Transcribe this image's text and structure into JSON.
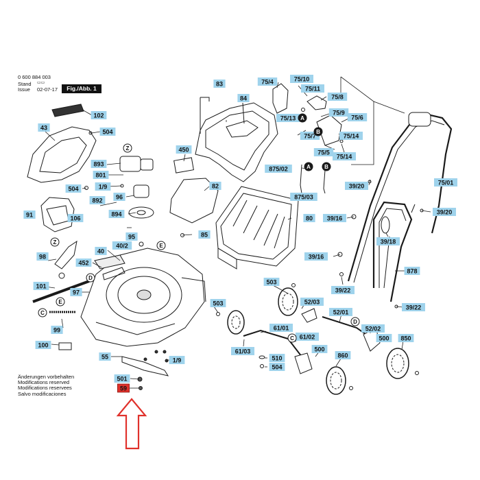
{
  "header": {
    "doc_number": "0 600 884 003",
    "stand_label": "Stand",
    "issue_label": "Issue",
    "issue_date": "02-07-17",
    "figure_label": "Fig./Abb. 1"
  },
  "notes": [
    "Änderungen vorbehalten",
    "Modifications reserved",
    "Modifications reservees",
    "Salvo modificaciones"
  ],
  "colors": {
    "label_fill": "#9fd3ec",
    "highlight_fill": "#e0312b",
    "arrow_stroke": "#e0312b",
    "line": "#1a1a1a"
  },
  "callouts": [
    {
      "id": "c-83",
      "text": "83"
    },
    {
      "id": "c-84",
      "text": "84"
    },
    {
      "id": "c-75-4",
      "text": "75/4"
    },
    {
      "id": "c-75-10",
      "text": "75/10"
    },
    {
      "id": "c-75-11",
      "text": "75/11"
    },
    {
      "id": "c-75-8",
      "text": "75/8"
    },
    {
      "id": "c-75-9",
      "text": "75/9"
    },
    {
      "id": "c-75-6",
      "text": "75/6"
    },
    {
      "id": "c-75-13",
      "text": "75/13"
    },
    {
      "id": "c-75-7",
      "text": "75/7"
    },
    {
      "id": "c-75-14",
      "text": "75/14"
    },
    {
      "id": "c-75-5",
      "text": "75/5"
    },
    {
      "id": "c-75-14b",
      "text": "75/14"
    },
    {
      "id": "c-102",
      "text": "102"
    },
    {
      "id": "c-43",
      "text": "43"
    },
    {
      "id": "c-504a",
      "text": "504"
    },
    {
      "id": "c-450",
      "text": "450"
    },
    {
      "id": "c-893",
      "text": "893"
    },
    {
      "id": "c-801",
      "text": "801"
    },
    {
      "id": "c-1-9a",
      "text": "1/9"
    },
    {
      "id": "c-504b",
      "text": "504"
    },
    {
      "id": "c-96",
      "text": "96"
    },
    {
      "id": "c-82",
      "text": "82"
    },
    {
      "id": "c-875-02",
      "text": "875/02"
    },
    {
      "id": "c-875-03",
      "text": "875/03"
    },
    {
      "id": "c-892",
      "text": "892"
    },
    {
      "id": "c-894",
      "text": "894"
    },
    {
      "id": "c-91",
      "text": "91"
    },
    {
      "id": "c-106",
      "text": "106"
    },
    {
      "id": "c-80",
      "text": "80"
    },
    {
      "id": "c-39-16a",
      "text": "39/16"
    },
    {
      "id": "c-75-01",
      "text": "75/01"
    },
    {
      "id": "c-39-20a",
      "text": "39/20"
    },
    {
      "id": "c-39-20b",
      "text": "39/20"
    },
    {
      "id": "c-95",
      "text": "95"
    },
    {
      "id": "c-85",
      "text": "85"
    },
    {
      "id": "c-40",
      "text": "40"
    },
    {
      "id": "c-40-2",
      "text": "40/2"
    },
    {
      "id": "c-98",
      "text": "98"
    },
    {
      "id": "c-452",
      "text": "452"
    },
    {
      "id": "c-39-18",
      "text": "39/18"
    },
    {
      "id": "c-39-16b",
      "text": "39/16"
    },
    {
      "id": "c-878",
      "text": "878"
    },
    {
      "id": "c-101",
      "text": "101"
    },
    {
      "id": "c-97",
      "text": "97"
    },
    {
      "id": "c-503a",
      "text": "503"
    },
    {
      "id": "c-39-22a",
      "text": "39/22"
    },
    {
      "id": "c-52-03",
      "text": "52/03"
    },
    {
      "id": "c-503b",
      "text": "503"
    },
    {
      "id": "c-52-01",
      "text": "52/01"
    },
    {
      "id": "c-39-22b",
      "text": "39/22"
    },
    {
      "id": "c-99",
      "text": "99"
    },
    {
      "id": "c-61-01",
      "text": "61/01"
    },
    {
      "id": "c-52-02",
      "text": "52/02"
    },
    {
      "id": "c-61-02",
      "text": "61/02"
    },
    {
      "id": "c-500a",
      "text": "500"
    },
    {
      "id": "c-850",
      "text": "850"
    },
    {
      "id": "c-100",
      "text": "100"
    },
    {
      "id": "c-61-03",
      "text": "61/03"
    },
    {
      "id": "c-500b",
      "text": "500"
    },
    {
      "id": "c-55",
      "text": "55"
    },
    {
      "id": "c-1-9b",
      "text": "1/9"
    },
    {
      "id": "c-510",
      "text": "510"
    },
    {
      "id": "c-860",
      "text": "860"
    },
    {
      "id": "c-504c",
      "text": "504"
    },
    {
      "id": "c-501",
      "text": "501"
    },
    {
      "id": "c-59",
      "text": "59"
    }
  ],
  "markers": [
    {
      "id": "m-z1",
      "text": "Z"
    },
    {
      "id": "m-z2",
      "text": "Z"
    },
    {
      "id": "m-e1",
      "text": "E"
    },
    {
      "id": "m-e2",
      "text": "E"
    },
    {
      "id": "m-d1",
      "text": "D"
    },
    {
      "id": "m-d2",
      "text": "D"
    },
    {
      "id": "m-c1",
      "text": "C"
    },
    {
      "id": "m-c2",
      "text": "C"
    },
    {
      "id": "m-a1",
      "text": "A"
    },
    {
      "id": "m-a2",
      "text": "A"
    },
    {
      "id": "m-b1",
      "text": "B"
    },
    {
      "id": "m-b2",
      "text": "B"
    }
  ]
}
